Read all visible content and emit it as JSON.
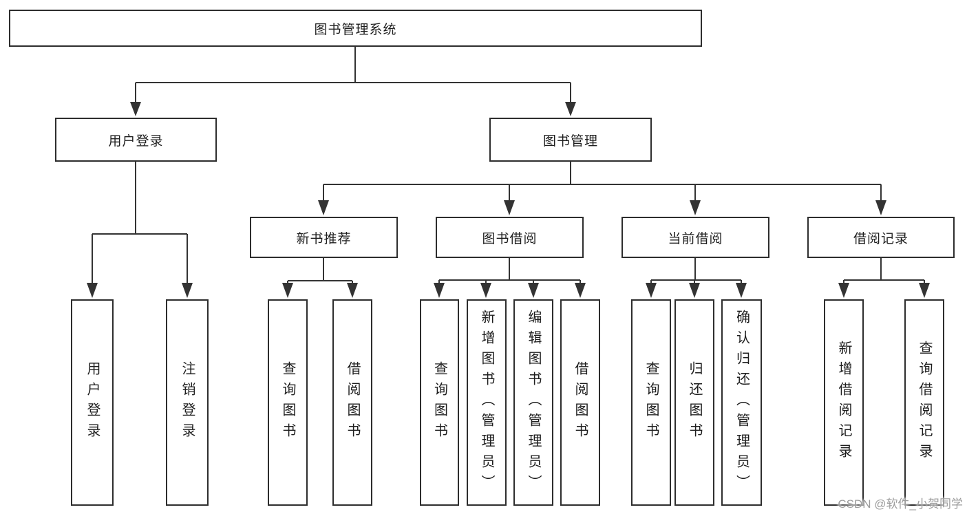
{
  "diagram_title": "图书管理系统",
  "nodes": {
    "root": "图书管理系统",
    "user_login": "用户登录",
    "book_mgmt": "图书管理",
    "new_book_rec": "新书推荐",
    "book_borrow": "图书借阅",
    "current_borrow": "当前借阅",
    "borrow_record": "借阅记录",
    "leaf_user_login": "用户登录",
    "leaf_logout": "注销登录",
    "leaf_rec_query": "查询图书",
    "leaf_rec_borrow": "借阅图书",
    "leaf_bb_query": "查询图书",
    "leaf_bb_add": "新增图书（管理员）",
    "leaf_bb_edit": "编辑图书（管理员）",
    "leaf_bb_borrow": "借阅图书",
    "leaf_cb_query": "查询图书",
    "leaf_cb_return": "归还图书",
    "leaf_cb_confirm": "确认归还（管理员）",
    "leaf_br_add": "新增借阅记录",
    "leaf_br_query": "查询借阅记录"
  },
  "watermark": "CSDN @软件_小贺同学",
  "colors": {
    "line": "#333333",
    "border": "#2d2d2d",
    "text": "#1e1e1e",
    "watermark": "#9c9c9c",
    "background": "#ffffff"
  }
}
